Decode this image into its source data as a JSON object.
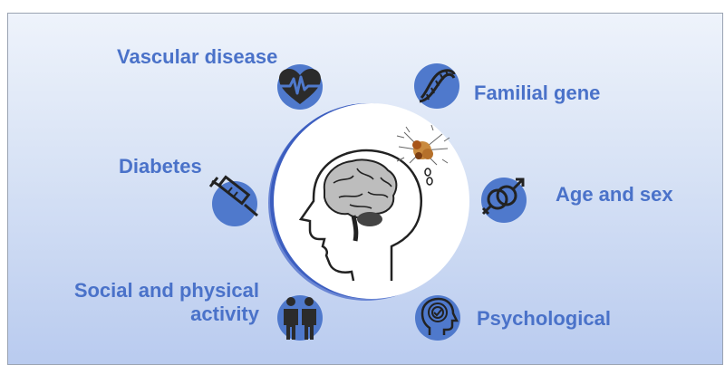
{
  "factors": {
    "vascular": {
      "label": "Vascular disease",
      "icon": "heart-ecg-icon"
    },
    "familial": {
      "label": "Familial gene",
      "icon": "dna-icon"
    },
    "diabetes": {
      "label": "Diabetes",
      "icon": "syringe-icon"
    },
    "age_sex": {
      "label": "Age and sex",
      "icon": "gender-icon"
    },
    "social": {
      "line1": "Social and physical",
      "line2": "activity",
      "icon": "people-icon"
    },
    "psych": {
      "label": "Psychological",
      "icon": "head-check-icon"
    }
  },
  "center": {
    "icon": "head-brain-icon",
    "neuron_icon": "neuron-plaque-icon"
  },
  "colors": {
    "accent": "#4a72c9",
    "badge": "#4f79cc",
    "background_bottom": "#b9cbef"
  }
}
